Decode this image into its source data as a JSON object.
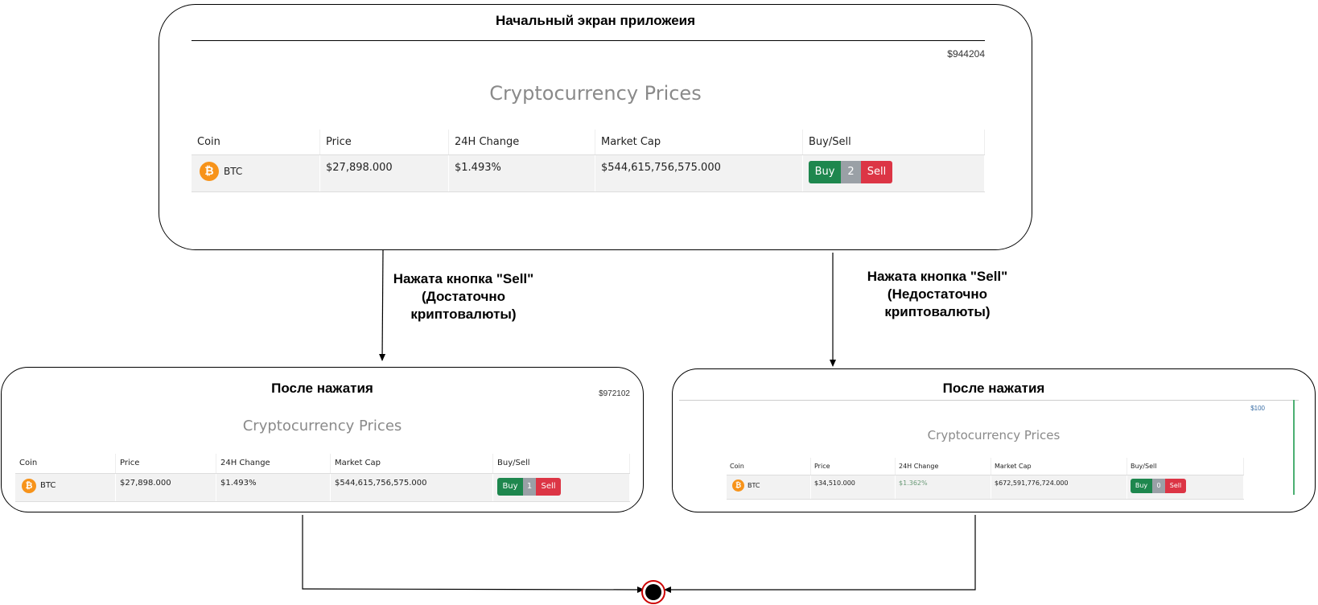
{
  "states": {
    "initial": {
      "title": "Начальный экран приложеия",
      "balance": "$944204",
      "heading": "Cryptocurrency Prices",
      "columns": [
        "Coin",
        "Price",
        "24H Change",
        "Market Cap",
        "Buy/Sell"
      ],
      "row": {
        "coin": "BTC",
        "price": "$27,898.000",
        "change": "$1.493%",
        "market_cap": "$544,615,756,575.000",
        "buy": "Buy",
        "qty": "2",
        "sell": "Sell"
      }
    },
    "after_enough": {
      "title": "После нажатия",
      "balance": "$972102",
      "heading": "Cryptocurrency Prices",
      "columns": [
        "Coin",
        "Price",
        "24H Change",
        "Market Cap",
        "Buy/Sell"
      ],
      "row": {
        "coin": "BTC",
        "price": "$27,898.000",
        "change": "$1.493%",
        "market_cap": "$544,615,756,575.000",
        "buy": "Buy",
        "qty": "1",
        "sell": "Sell"
      }
    },
    "after_insufficient": {
      "title": "После нажатия",
      "balance": "$100",
      "heading": "Cryptocurrency Prices",
      "columns": [
        "Coin",
        "Price",
        "24H Change",
        "Market Cap",
        "Buy/Sell"
      ],
      "row": {
        "coin": "BTC",
        "price": "$34,510.000",
        "change": "$1.362%",
        "market_cap": "$672,591,776,724.000",
        "buy": "Buy",
        "qty": "0",
        "sell": "Sell"
      }
    }
  },
  "transitions": {
    "sell_enough": [
      "Нажата кнопка \"Sell\"",
      "(Достаточно",
      "криптовалюты)"
    ],
    "sell_insufficient": [
      "Нажата кнопка \"Sell\"",
      "(Недостаточно",
      "криптовалюты)"
    ]
  },
  "colors": {
    "buy": "#1e874e",
    "qty": "#9aa0a6",
    "sell": "#dc3545",
    "change": "#2e8b3d",
    "coin": "#f7931a",
    "end_ring": "#cc0000"
  }
}
